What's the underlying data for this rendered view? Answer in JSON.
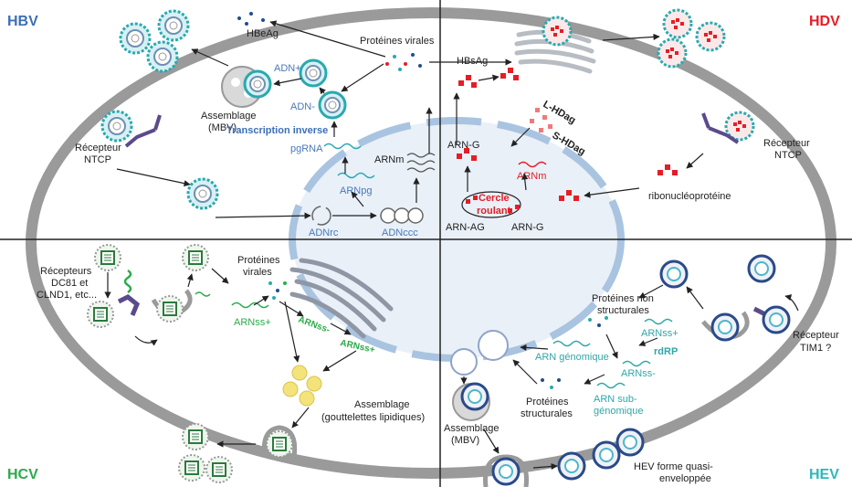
{
  "quadrants": {
    "hbv": {
      "title": "HBV",
      "title_color": "#3d6fb6"
    },
    "hdv": {
      "title": "HDV",
      "title_color": "#e41e26"
    },
    "hcv": {
      "title": "HCV",
      "title_color": "#2bab4a"
    },
    "hev": {
      "title": "HEV",
      "title_color": "#2fb7b7"
    }
  },
  "colors": {
    "membrane": "#9a9a9a",
    "nucleus_membrane": "#a9c4e0",
    "nucleus_fill": "#e9f0f8",
    "hbv_text": "#4a78b8",
    "hdv_text": "#e41e26",
    "hcv_text": "#2bab4a",
    "hev_text": "#2fa7a7",
    "lipid_droplet": "#f3e37a",
    "receptor": "#5b4a8b"
  },
  "hbv": {
    "hbeag": "HBeAg",
    "proteines_virales": "Protéines virales",
    "hbsag": "HBsAg",
    "adn_plus": "ADN+",
    "adn_minus": "ADN-",
    "assemblage": "Assemblage",
    "mbv": "(MBV)",
    "transcription_inverse": "Transcription inverse",
    "pgrna": "pgRNA",
    "arnm": "ARNm",
    "arnpg": "ARNpg",
    "recepteur": "Récepteur",
    "ntcp": "NTCP",
    "adnrc": "ADNrc",
    "adnccc": "ADNccc"
  },
  "hdv": {
    "l_hdag": "L-HDag",
    "s_hdag": "S-HDag",
    "arn_g_top": "ARN-G",
    "arnm": "ARNm",
    "cercle": "Cercle",
    "roulant": "roulant",
    "arn_ag": "ARN-AG",
    "arn_g_bottom": "ARN-G",
    "recepteur": "Récepteur",
    "ntcp": "NTCP",
    "ribonucleoproteine": "ribonucléoprotéine"
  },
  "hcv": {
    "recepteurs": "Récepteurs",
    "dc81_et": "DC81 et",
    "clnd1": "CLND1, etc...",
    "proteines": "Protéines",
    "virales": "virales",
    "arnss_plus_1": "ARNss+",
    "arnss_minus": "ARNss-",
    "arnss_plus_2": "ARNss+",
    "assemblage": "Assemblage",
    "gouttelettes": "(gouttelettes lipidiques)"
  },
  "hev": {
    "proteines_non": "Protéines non",
    "structurales": "structurales",
    "arnss_plus": "ARNss+",
    "rdrp": "rdRP",
    "arn_genomique": "ARN génomique",
    "arnss_minus": "ARNss-",
    "arn_sub": "ARN sub-",
    "genomique": "génomique",
    "proteines": "Protéines",
    "structurales_2": "structurales",
    "assemblage": "Assemblage",
    "mbv": "(MBV)",
    "recepteur": "Récepteur",
    "tim1": "TIM1 ?",
    "forme_quasi": "HEV forme quasi-",
    "enveloppee": "enveloppée"
  }
}
